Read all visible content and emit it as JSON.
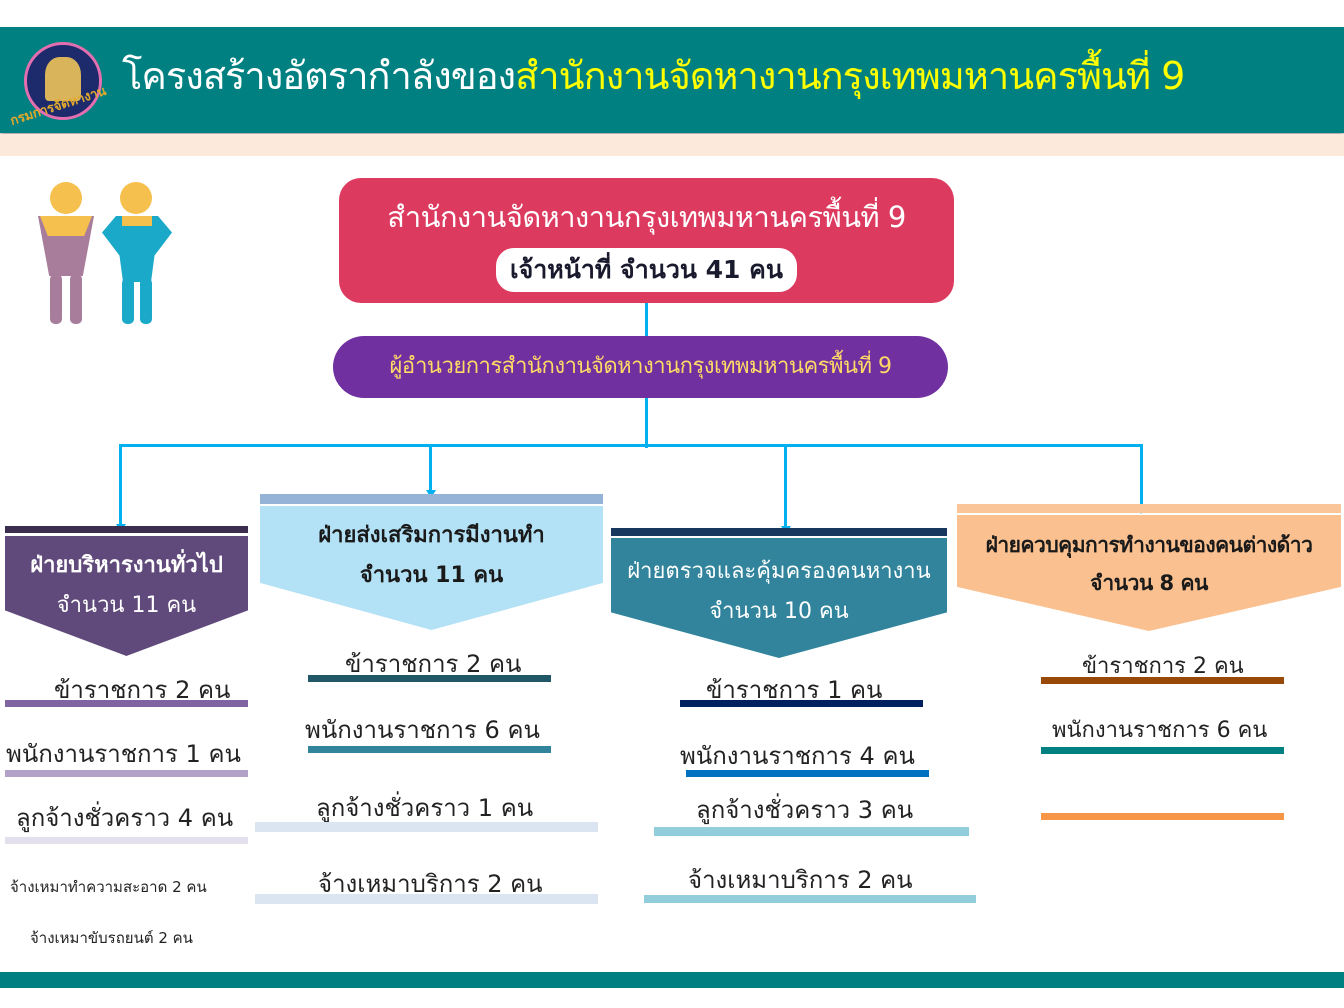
{
  "header": {
    "title_part1": "โครงสร้างอัตรากำลังของ",
    "title_part2": "สำนักงานจัดหางานกรุงเทพมหานครพื้นที่ 9",
    "logo_text": "กรมการจัดหางาน"
  },
  "office": {
    "name": "สำนักงานจัดหางานกรุงเทพมหานครพื้นที่ 9",
    "staff": "เจ้าหน้าที่ จำนวน 41 คน"
  },
  "director": "ผู้อำนวยการสำนักงานจัดหางานกรุงเทพมหานครพื้นที่ 9",
  "divisions": [
    {
      "name": "ฝ่ายบริหารงานทั่วไป",
      "count": "จำนวน 11 คน",
      "items": [
        "ข้าราชการ 2 คน",
        "พนักงานราชการ 1 คน",
        "ลูกจ้างชั่วคราว 4 คน"
      ],
      "sub_items": [
        "จ้างเหมาทำความสะอาด 2 คน",
        "จ้างเหมาขับรถยนต์ 2 คน"
      ]
    },
    {
      "name": "ฝ่ายส่งเสริมการมีงานทำ",
      "count": "จำนวน 11 คน",
      "items": [
        "ข้าราชการ 2 คน",
        "พนักงานราชการ 6 คน",
        "ลูกจ้างชั่วคราว 1 คน",
        "จ้างเหมาบริการ 2 คน"
      ]
    },
    {
      "name": "ฝ่ายตรวจและคุ้มครองคนหางาน",
      "count": "จำนวน 10 คน",
      "items": [
        "ข้าราชการ 1 คน",
        "พนักงานราชการ 4 คน",
        "ลูกจ้างชั่วคราว 3 คน",
        "จ้างเหมาบริการ 2 คน"
      ]
    },
    {
      "name": "ฝ่ายควบคุมการทำงานของคนต่างด้าว",
      "count": "จำนวน 8 คน",
      "items": [
        "ข้าราชการ 2 คน",
        "พนักงานราชการ 6 คน"
      ]
    }
  ]
}
